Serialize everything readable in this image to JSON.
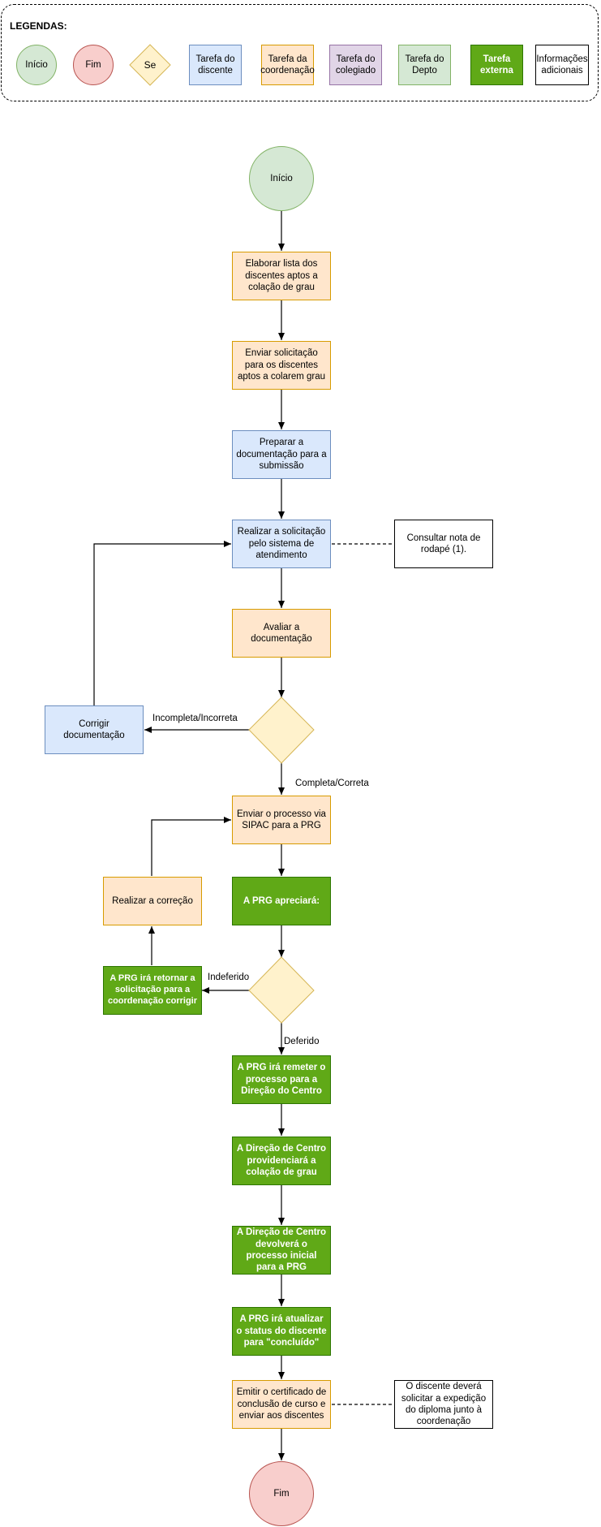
{
  "legend": {
    "title": "LEGENDAS:",
    "items": {
      "start": "Início",
      "end": "Fim",
      "decision": "Se",
      "student_task": "Tarefa do discente",
      "coordination_task": "Tarefa da coordenação",
      "council_task": "Tarefa do colegiado",
      "dept_task": "Tarefa do Depto",
      "external_task": "Tarefa externa",
      "additional_info": "Informações adicionais"
    }
  },
  "flow": {
    "start": "Início",
    "elaborate_list": "Elaborar lista dos discentes aptos a colação de grau",
    "send_request": "Enviar solicitação para os discentes aptos a colarem grau",
    "prepare_docs": "Preparar a documentação para a submissão",
    "submit_request": "Realizar a solicitação pelo sistema de atendimento",
    "footnote_note": "Consultar nota de rodapé (1).",
    "evaluate_docs": "Avaliar a documentação",
    "correct_docs": "Corrigir documentação",
    "label_incomplete": "Incompleta/Incorreta",
    "label_complete": "Completa/Correta",
    "send_sipac": "Enviar o processo via SIPAC para a PRG",
    "make_correction": "Realizar a correção",
    "prg_review": "A PRG apreciará:",
    "prg_return": "A PRG irá retornar a solicitação para a coordenação corrigir",
    "label_rejected": "Indeferido",
    "label_approved": "Deferido",
    "prg_forward": "A PRG irá remeter o processo para a Direção do Centro",
    "direction_arrange": "A Direção de Centro providenciará a colação de grau",
    "direction_return": "A Direção de Centro devolverá o processo inicial para a PRG",
    "prg_update": "A PRG irá atualizar o status do discente para \"concluído\"",
    "issue_certificate": "Emitir o certificado de conclusão de curso e enviar aos discentes",
    "diploma_note": "O discente deverá solicitar a expedição do diploma junto à coordenação",
    "end": "Fim"
  },
  "colors": {
    "start_fill": "#d5e8d4",
    "end_fill": "#f8cecc",
    "decision_fill": "#fff2cc",
    "student_fill": "#dae8fc",
    "coordination_fill": "#ffe6cc",
    "council_fill": "#e1d5e7",
    "external_fill": "#60a917"
  }
}
